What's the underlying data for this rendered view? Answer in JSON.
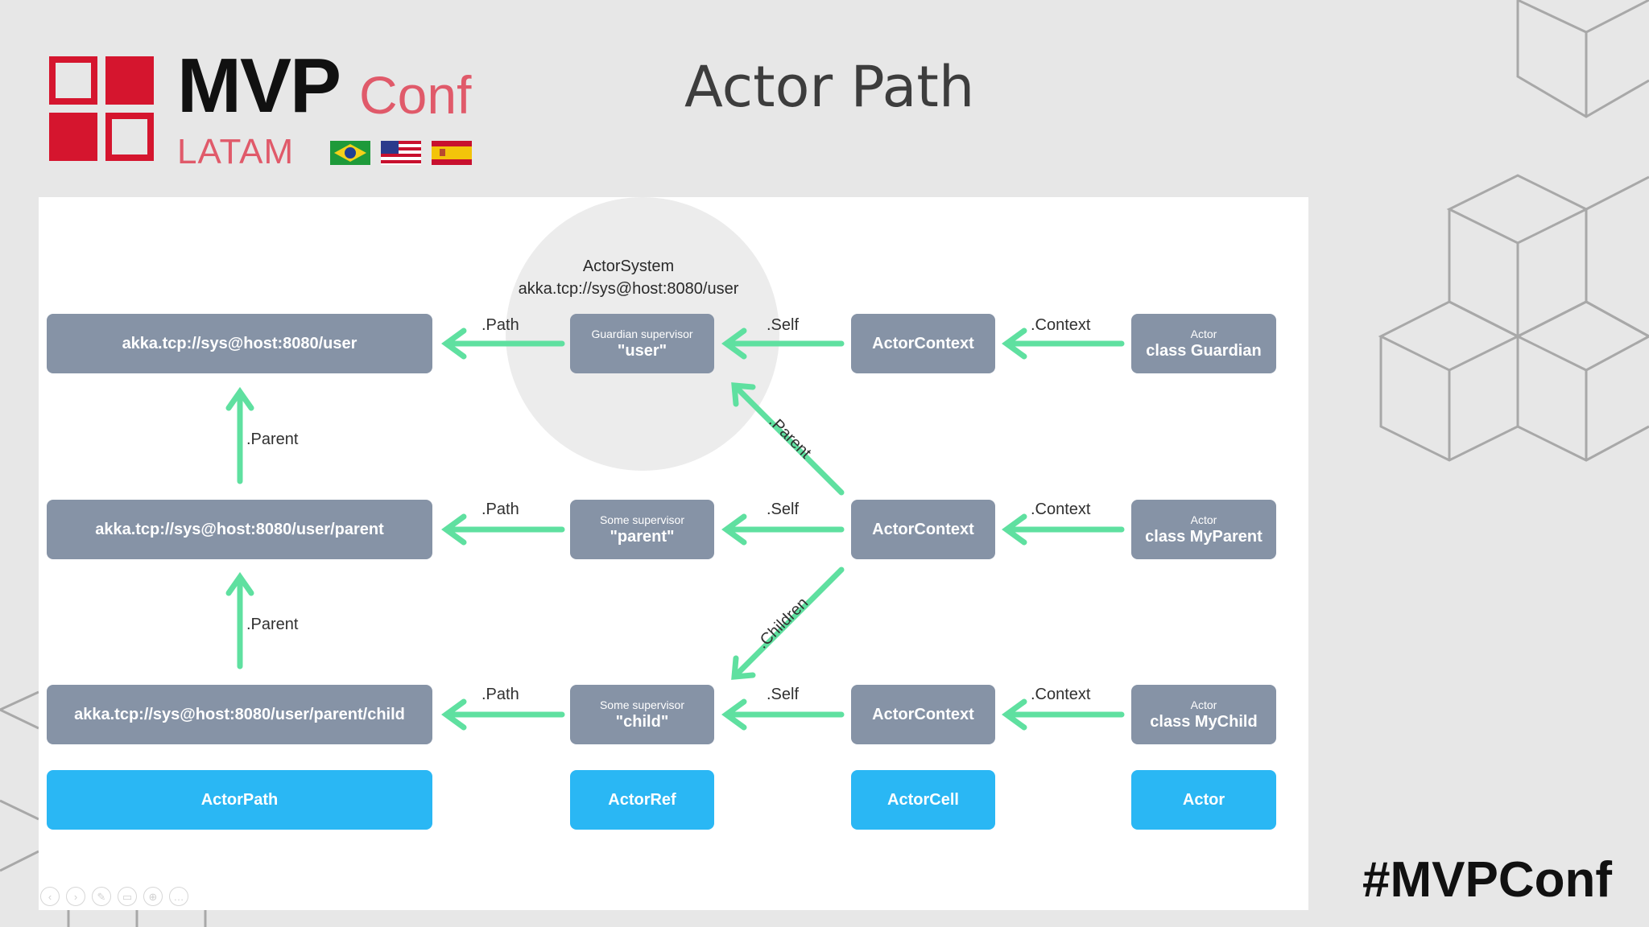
{
  "slide": {
    "title": "Actor Path",
    "hashtag": "#MVPConf"
  },
  "logo": {
    "mvp": "MVP",
    "conf": "Conf",
    "latam": "LATAM",
    "colors": {
      "red": "#d5152e",
      "dark": "#111111",
      "pink": "#e05a6a"
    },
    "flags": [
      "brazil-flag",
      "usa-flag",
      "spain-flag"
    ]
  },
  "diagram": {
    "system": {
      "line1": "ActorSystem",
      "line2": "akka.tcp://sys@host:8080/user"
    },
    "rows": [
      {
        "path": "akka.tcp://sys@host:8080/user",
        "ref_small": "Guardian supervisor",
        "ref_big": "\"user\"",
        "cell": "ActorContext",
        "actor_small": "Actor",
        "actor_big": "class Guardian"
      },
      {
        "path": "akka.tcp://sys@host:8080/user/parent",
        "ref_small": "Some supervisor",
        "ref_big": "\"parent\"",
        "cell": "ActorContext",
        "actor_small": "Actor",
        "actor_big": "class MyParent"
      },
      {
        "path": "akka.tcp://sys@host:8080/user/parent/child",
        "ref_small": "Some supervisor",
        "ref_big": "\"child\"",
        "cell": "ActorContext",
        "actor_small": "Actor",
        "actor_big": "class MyChild"
      }
    ],
    "edge_labels": {
      "path": ".Path",
      "self": ".Self",
      "context": ".Context",
      "parent": ".Parent",
      "children": ".Children"
    },
    "legend": [
      "ActorPath",
      "ActorRef",
      "ActorCell",
      "Actor"
    ],
    "colors": {
      "box": "#8693a6",
      "legend": "#2ab7f4",
      "arrow": "#5fe0a0",
      "circle": "#ececec"
    }
  },
  "nav_icons": [
    "back-icon",
    "forward-icon",
    "pen-icon",
    "slides-icon",
    "zoom-icon",
    "more-icon"
  ]
}
